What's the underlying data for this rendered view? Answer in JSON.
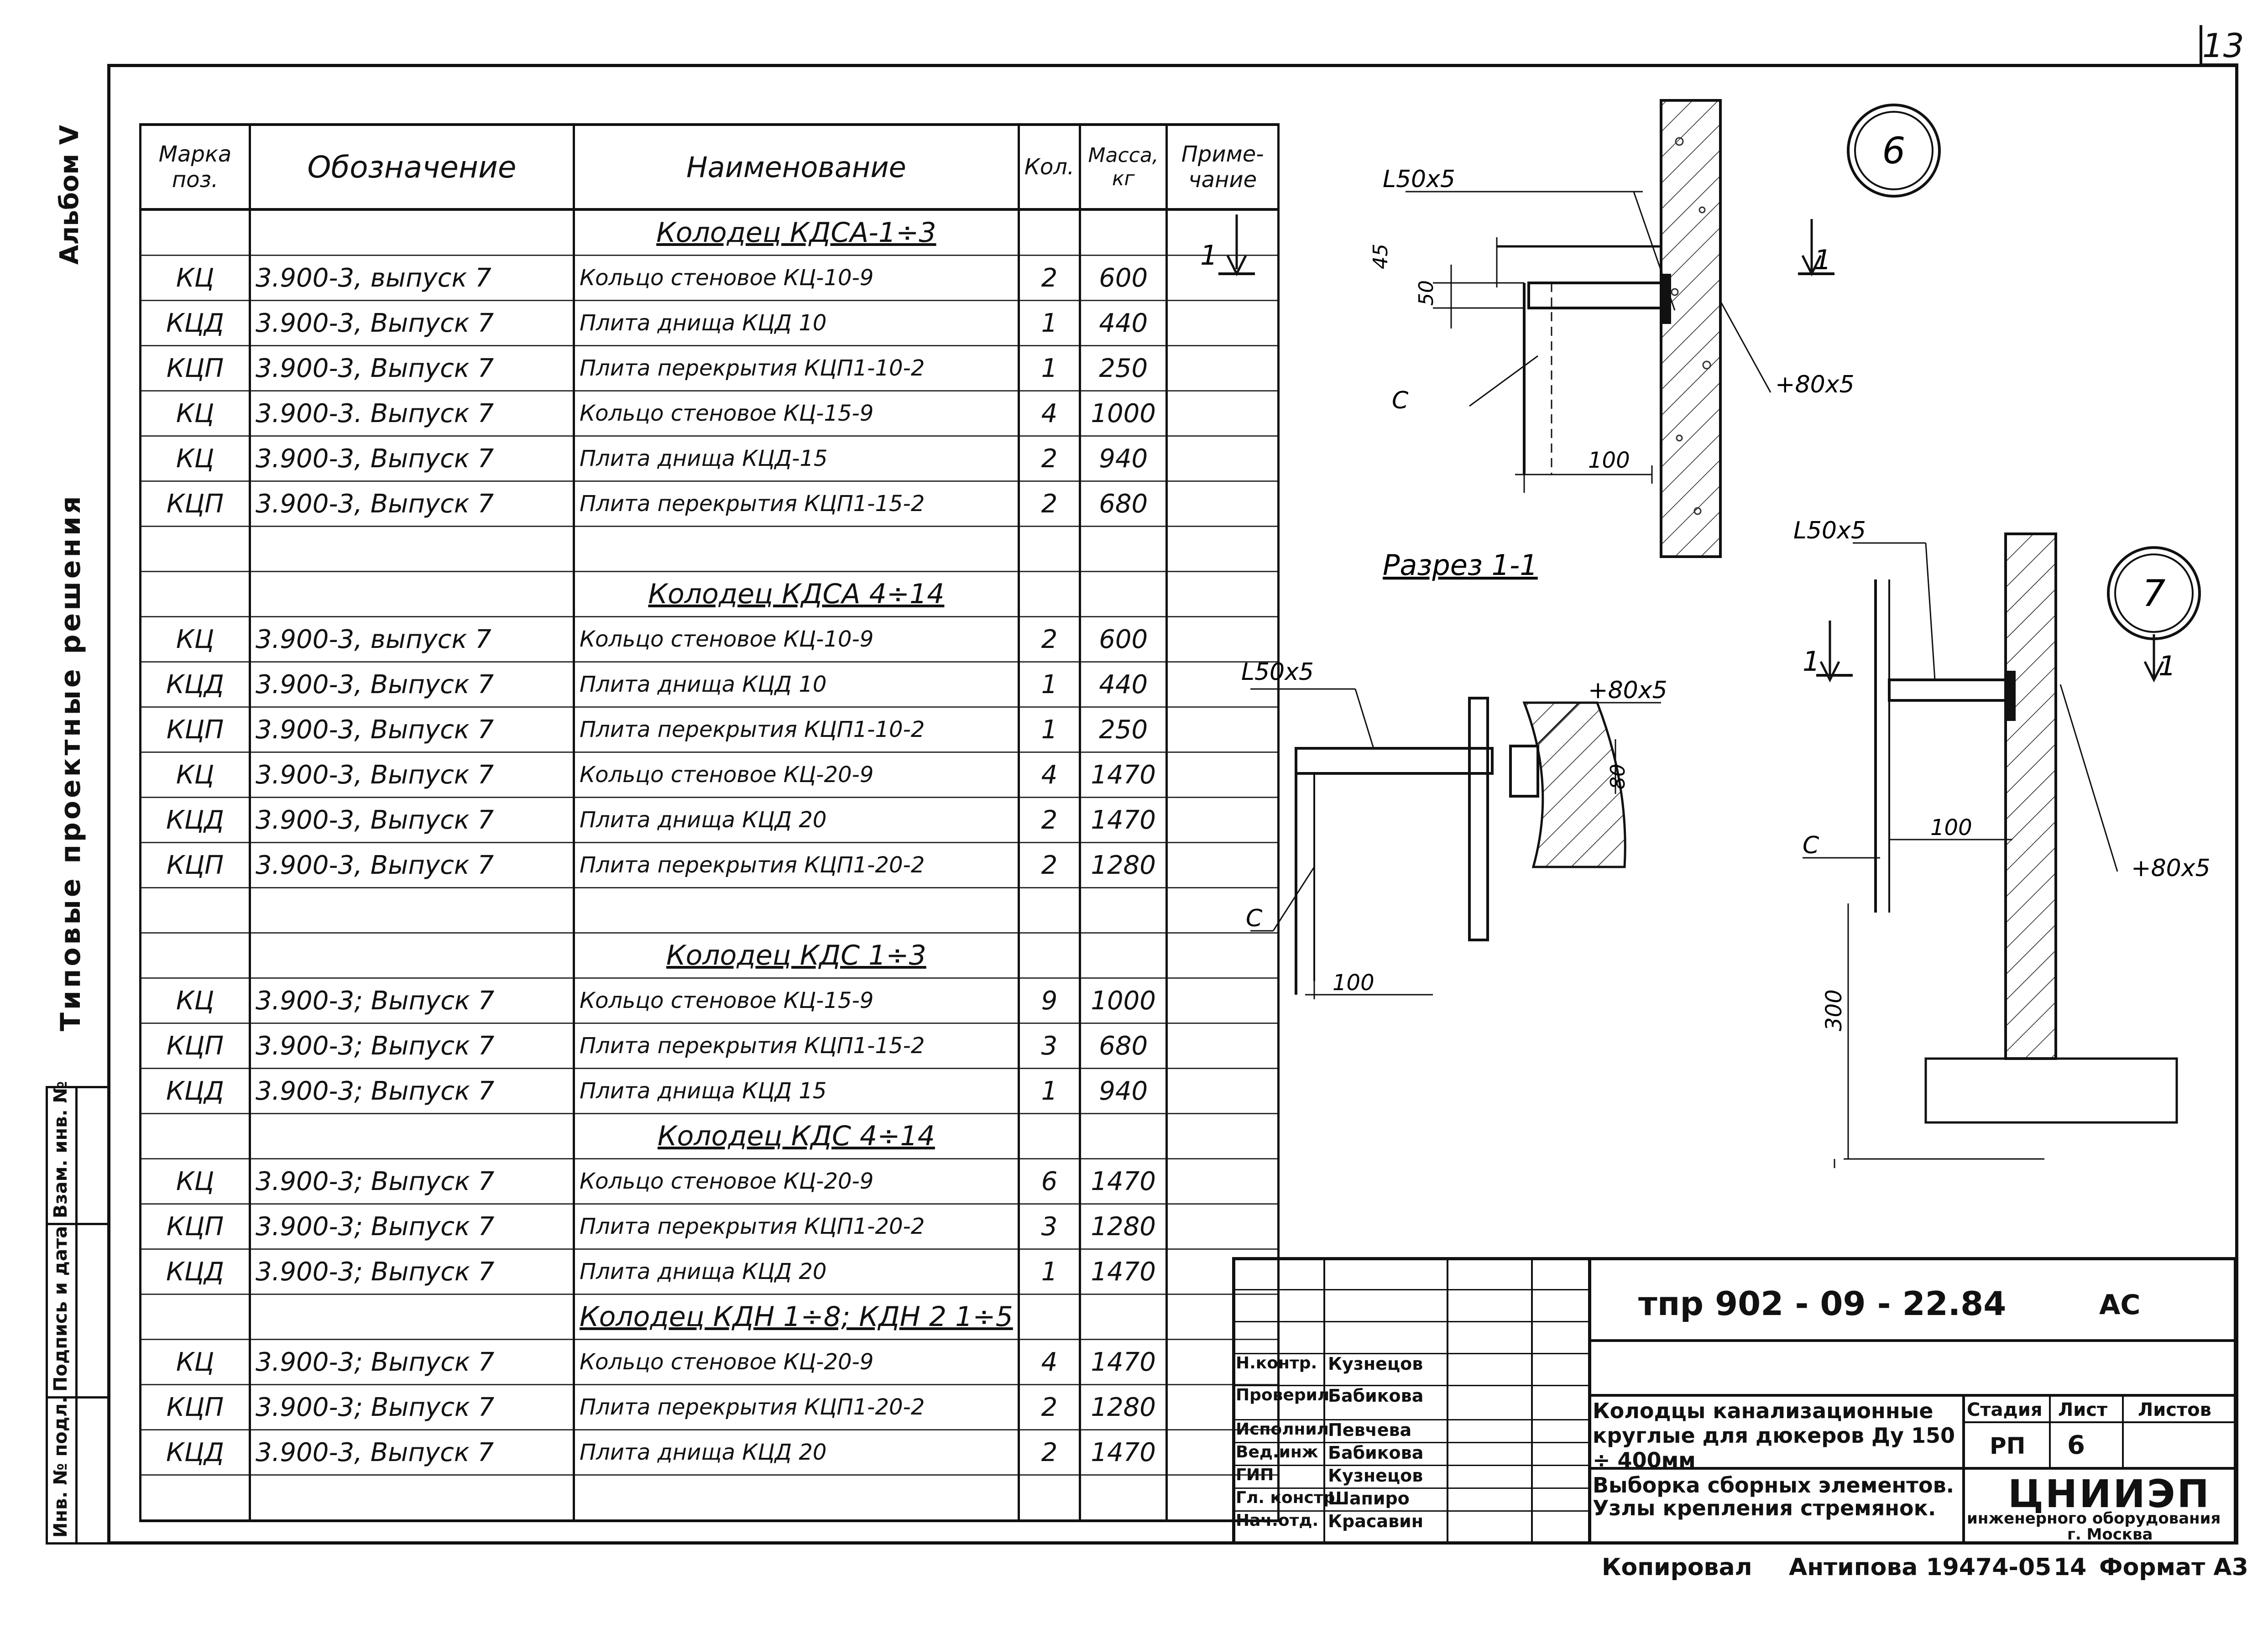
{
  "sheet_number": "13",
  "left_margin": {
    "album": "Альбом V",
    "series": "Типовые проектные решения",
    "stamp_labels": [
      "Инв. № подл.",
      "Подпись и дата",
      "Взам. инв. №"
    ]
  },
  "spec_table": {
    "headers": {
      "mark": "Марка поз.",
      "designation": "Обозначение",
      "name": "Наименование",
      "qty": "Кол.",
      "mass": "Масса, кг",
      "note": "Приме- чание"
    },
    "rows": [
      {
        "group": "Колодец КДСА-1÷3"
      },
      {
        "mark": "КЦ",
        "designation": "3.900-3, выпуск 7",
        "name": "Кольцо стеновое КЦ-10-9",
        "qty": "2",
        "mass": "600"
      },
      {
        "mark": "КЦД",
        "designation": "3.900-3, Выпуск 7",
        "name": "Плита днища КЦД 10",
        "qty": "1",
        "mass": "440"
      },
      {
        "mark": "КЦП",
        "designation": "3.900-3, Выпуск 7",
        "name": "Плита перекрытия КЦП1-10-2",
        "qty": "1",
        "mass": "250"
      },
      {
        "mark": "КЦ",
        "designation": "3.900-3. Выпуск 7",
        "name": "Кольцо стеновое КЦ-15-9",
        "qty": "4",
        "mass": "1000"
      },
      {
        "mark": "КЦ",
        "designation": "3.900-3, Выпуск 7",
        "name": "Плита днища КЦД-15",
        "qty": "2",
        "mass": "940"
      },
      {
        "mark": "КЦП",
        "designation": "3.900-3, Выпуск 7",
        "name": "Плита перекрытия КЦП1-15-2",
        "qty": "2",
        "mass": "680"
      },
      {
        "blank": true
      },
      {
        "group": "Колодец КДСА 4÷14"
      },
      {
        "mark": "КЦ",
        "designation": "3.900-3, выпуск 7",
        "name": "Кольцо стеновое КЦ-10-9",
        "qty": "2",
        "mass": "600"
      },
      {
        "mark": "КЦД",
        "designation": "3.900-3, Выпуск 7",
        "name": "Плита днища КЦД 10",
        "qty": "1",
        "mass": "440"
      },
      {
        "mark": "КЦП",
        "designation": "3.900-3, Выпуск 7",
        "name": "Плита перекрытия КЦП1-10-2",
        "qty": "1",
        "mass": "250"
      },
      {
        "mark": "КЦ",
        "designation": "3.900-3, Выпуск 7",
        "name": "Кольцо стеновое КЦ-20-9",
        "qty": "4",
        "mass": "1470"
      },
      {
        "mark": "КЦД",
        "designation": "3.900-3, Выпуск 7",
        "name": "Плита днища КЦД 20",
        "qty": "2",
        "mass": "1470"
      },
      {
        "mark": "КЦП",
        "designation": "3.900-3, Выпуск 7",
        "name": "Плита перекрытия КЦП1-20-2",
        "qty": "2",
        "mass": "1280"
      },
      {
        "blank": true
      },
      {
        "group": "Колодец КДС 1÷3"
      },
      {
        "mark": "КЦ",
        "designation": "3.900-3; Выпуск 7",
        "name": "Кольцо стеновое КЦ-15-9",
        "qty": "9",
        "mass": "1000"
      },
      {
        "mark": "КЦП",
        "designation": "3.900-3; Выпуск 7",
        "name": "Плита перекрытия КЦП1-15-2",
        "qty": "3",
        "mass": "680"
      },
      {
        "mark": "КЦД",
        "designation": "3.900-3; Выпуск 7",
        "name": "Плита днища КЦД 15",
        "qty": "1",
        "mass": "940"
      },
      {
        "group": "Колодец КДС 4÷14"
      },
      {
        "mark": "КЦ",
        "designation": "3.900-3; Выпуск 7",
        "name": "Кольцо стеновое КЦ-20-9",
        "qty": "6",
        "mass": "1470"
      },
      {
        "mark": "КЦП",
        "designation": "3.900-3; Выпуск 7",
        "name": "Плита перекрытия КЦП1-20-2",
        "qty": "3",
        "mass": "1280"
      },
      {
        "mark": "КЦД",
        "designation": "3.900-3; Выпуск 7",
        "name": "Плита днища КЦД 20",
        "qty": "1",
        "mass": "1470"
      },
      {
        "group": "Колодец КДН 1÷8; КДН 2 1÷5"
      },
      {
        "mark": "КЦ",
        "designation": "3.900-3; Выпуск 7",
        "name": "Кольцо стеновое КЦ-20-9",
        "qty": "4",
        "mass": "1470"
      },
      {
        "mark": "КЦП",
        "designation": "3.900-3; Выпуск 7",
        "name": "Плита перекрытия КЦП1-20-2",
        "qty": "2",
        "mass": "1280"
      },
      {
        "mark": "КЦД",
        "designation": "3.900-3, Выпуск 7",
        "name": "Плита днища КЦД 20",
        "qty": "2",
        "mass": "1470"
      },
      {
        "blank": true
      }
    ]
  },
  "drawings": {
    "node6": {
      "number": "6",
      "angle": "L50x5",
      "plate": "+80x5",
      "dim_50": "50",
      "dim_45": "45",
      "dim_100": "100",
      "channel": "C",
      "section_mark": "1"
    },
    "section": {
      "title": "Разрез 1-1",
      "angle": "L50x5",
      "plate": "+80x5",
      "dim_80": "80",
      "dim_100": "100",
      "channel": "C"
    },
    "node7": {
      "number": "7",
      "angle": "L50x5",
      "plate": "+80x5",
      "dim_100": "100",
      "dim_300": "300",
      "channel": "C",
      "section_mark": "1"
    }
  },
  "title_block": {
    "code": "тпр 902 - 09 - 22.84",
    "mark": "АС",
    "roles": [
      "Н.контр.",
      "Проверил",
      "Исполнил",
      "Вед.инж",
      "ГИП",
      "Гл. констр.",
      "Нач.отд."
    ],
    "names": [
      "Кузнецов",
      "Бабикова",
      "Певчева",
      "Бабикова",
      "Кузнецов",
      "Шапиро",
      "Красавин"
    ],
    "project_title": "Колодцы канализационные круглые для дюкеров Ду 150 ÷ 400мм",
    "sheet_title": "Выборка сборных элементов. Узлы крепления стремянок.",
    "stage_label": "Стадия",
    "sheet_label": "Лист",
    "sheets_label": "Листов",
    "stage": "РП",
    "sheet": "6",
    "sheets": "",
    "org_name": "ЦНИИЭП",
    "org_sub": "инженерного оборудования",
    "org_city": "г. Москва"
  },
  "footer": {
    "copied": "Копировал",
    "copier": "Антипова 19474-05",
    "num": "14",
    "format": "Формат А3"
  }
}
